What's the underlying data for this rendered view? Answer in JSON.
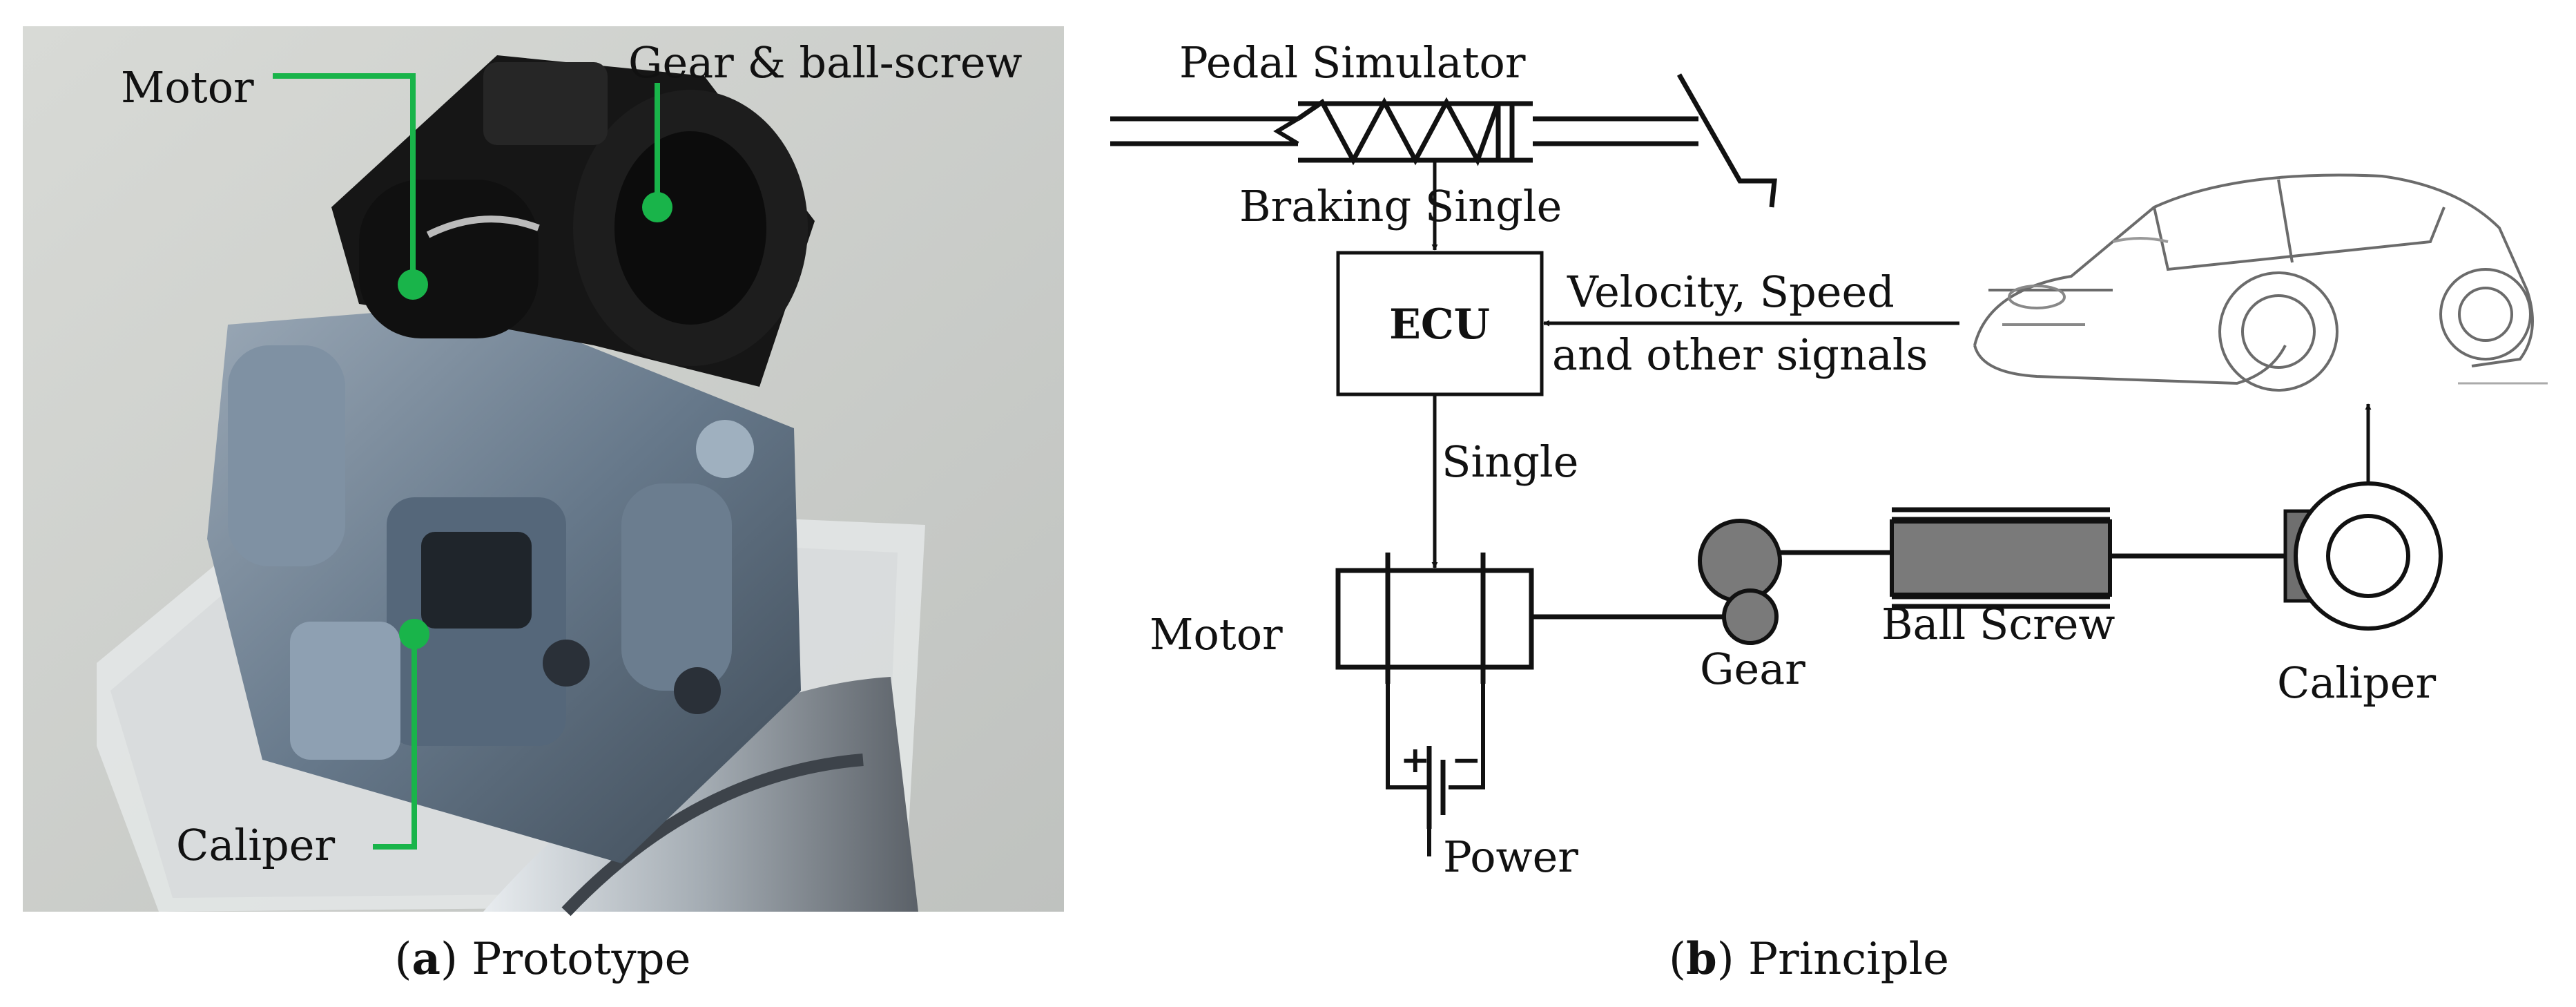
{
  "colors": {
    "leader_green": "#19b44a",
    "photo_bg": "#c9cbc8",
    "caliper_metal": "#6f7f8f",
    "motor_black": "#151515",
    "gear_gray": "#7a7a7a",
    "line": "#111111"
  },
  "panel_a": {
    "labels": {
      "motor": "Motor",
      "gear_ball_screw": "Gear & ball-screw",
      "caliper": "Caliper"
    },
    "caption": {
      "letter": "a",
      "text": "Prototype"
    }
  },
  "panel_b": {
    "labels": {
      "pedal_simulator": "Pedal Simulator",
      "braking_signal": "Braking Single",
      "ecu": "ECU",
      "vehicle_signals_line1": "Velocity,  Speed",
      "vehicle_signals_line2": "and other signals",
      "single": "Single",
      "motor": "Motor",
      "gear": "Gear",
      "ball_screw": "Ball Screw",
      "caliper": "Caliper",
      "power": "Power",
      "plus": "+",
      "minus": "−"
    },
    "caption": {
      "letter": "b",
      "text": "Principle"
    }
  }
}
